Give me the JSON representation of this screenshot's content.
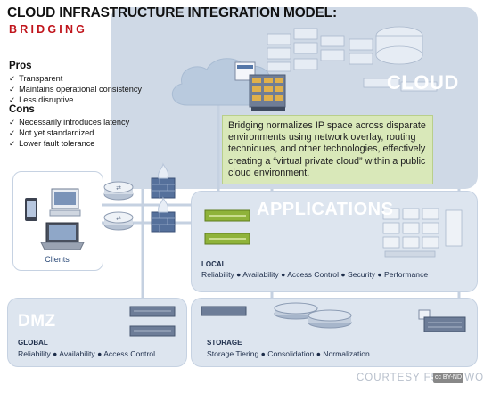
{
  "header": {
    "title": "CLOUD INFRASTRUCTURE INTEGRATION MODEL:",
    "subtitle": "BRIDGING"
  },
  "pros": {
    "heading": "Pros",
    "items": [
      "Transparent",
      "Maintains operational consistency",
      "Less disruptive"
    ]
  },
  "cons": {
    "heading": "Cons",
    "items": [
      "Necessarily introduces latency",
      "Not yet standardized",
      "Lower fault tolerance"
    ]
  },
  "cloud": {
    "label": "CLOUD"
  },
  "callout": {
    "text": "Bridging normalizes IP space across disparate environments using network overlay, routing techniques, and other technologies, effectively creating a “virtual private cloud” within a public cloud environment."
  },
  "applications": {
    "label": "APPLICATIONS",
    "sub_heading": "LOCAL",
    "features": "Reliability ● Availability ● Access Control ● Security ● Performance"
  },
  "clients": {
    "label": "Clients"
  },
  "dmz": {
    "label": "DMZ",
    "sub_heading": "GLOBAL",
    "features": "Reliability ● Availability ● Access Control"
  },
  "storage": {
    "sub_heading": "STORAGE",
    "features": "Storage Tiering ● Consolidation ● Normalization"
  },
  "footer": {
    "courtesy": "COURTESY F5 NETWORKS",
    "license": "cc BY-ND"
  },
  "colors": {
    "title_red": "#c0141b",
    "panel_blue": "#dde5ef",
    "cloud_panel": "#cfd9e6",
    "callout_green": "#d9e8b9",
    "server_green": "#8fb33a"
  },
  "icons": [
    "server-rack-icon",
    "cloud-icon",
    "firewall-icon",
    "router-icon",
    "desktop-icon",
    "laptop-icon",
    "phone-icon",
    "storage-disk-icon",
    "license-badge-icon"
  ]
}
